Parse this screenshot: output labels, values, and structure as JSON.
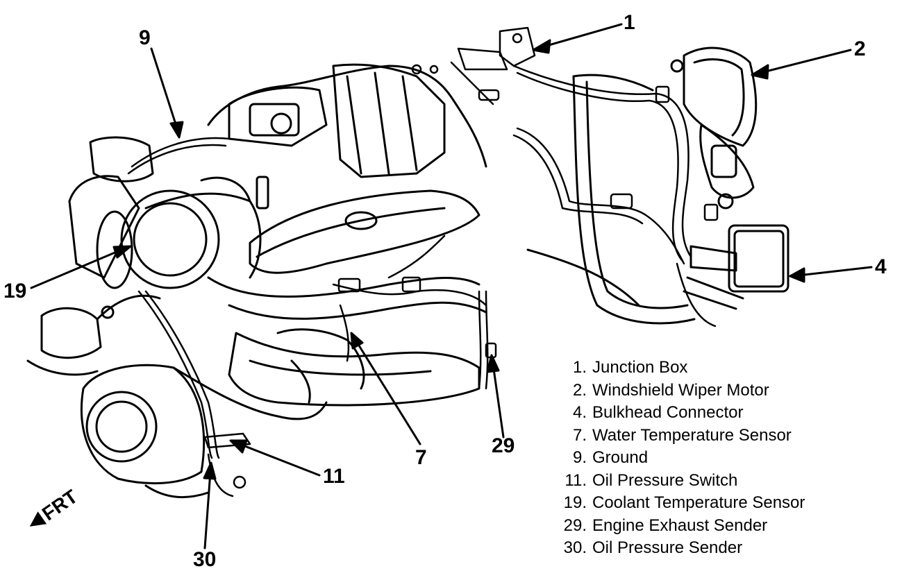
{
  "callouts": [
    {
      "id": "1",
      "label": "1"
    },
    {
      "id": "2",
      "label": "2"
    },
    {
      "id": "4",
      "label": "4"
    },
    {
      "id": "7",
      "label": "7"
    },
    {
      "id": "9",
      "label": "9"
    },
    {
      "id": "11",
      "label": "11"
    },
    {
      "id": "19",
      "label": "19"
    },
    {
      "id": "29",
      "label": "29"
    },
    {
      "id": "30",
      "label": "30"
    }
  ],
  "legend": [
    {
      "num": "1.",
      "text": "Junction Box"
    },
    {
      "num": "2.",
      "text": "Windshield Wiper Motor"
    },
    {
      "num": "4.",
      "text": "Bulkhead Connector"
    },
    {
      "num": "7.",
      "text": "Water Temperature Sensor"
    },
    {
      "num": "9.",
      "text": "Ground"
    },
    {
      "num": "11.",
      "text": "Oil Pressure Switch"
    },
    {
      "num": "19.",
      "text": "Coolant Temperature Sensor"
    },
    {
      "num": "29.",
      "text": "Engine Exhaust Sender"
    },
    {
      "num": "30.",
      "text": "Oil Pressure Sender"
    }
  ],
  "direction_label": "FRT",
  "icons": {
    "direction": "arrow-left-icon"
  }
}
